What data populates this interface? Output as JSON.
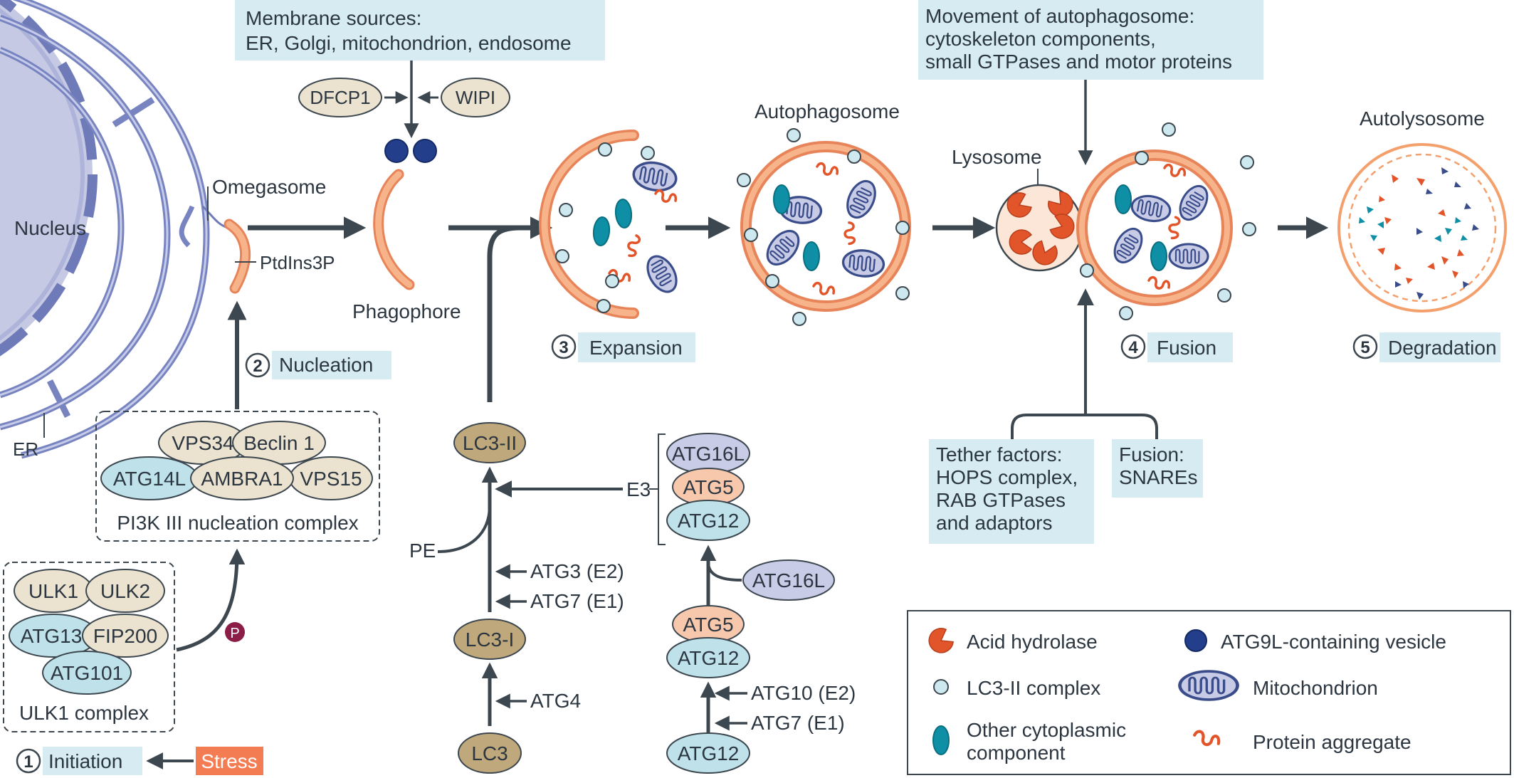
{
  "colors": {
    "arrow": "#3d474f",
    "membrane": "#f4a06d",
    "membrane_dark": "#e8845a",
    "lc3ii_dot": "#cde8ee",
    "mito_fill": "#c7cbe6",
    "mito_stroke": "#3a4d8a",
    "cyto": "#0e8fa5",
    "aggregate": "#e2552a",
    "hydrolase": "#e2552a",
    "vesicle": "#233e8a",
    "nucleus_fill": "#c6c9e4",
    "er_stroke": "#6e7bb8",
    "tan_protein": "#ebe3cf",
    "blue_protein": "#bfe2ea",
    "peach_protein": "#f8c8ad",
    "lilac_protein": "#c9cce7",
    "brown_protein": "#bfa97c",
    "label_box": "#d6ecf2",
    "stress_box": "#f47c52",
    "phospho": "#8c1d46"
  },
  "labels": {
    "nucleus": "Nucleus",
    "er": "ER",
    "omegasome": "Omegasome",
    "ptdins3p": "PtdIns3P",
    "phagophore": "Phagophore",
    "autophagosome": "Autophagosome",
    "lysosome": "Lysosome",
    "autolysosome": "Autolysosome",
    "pe": "PE",
    "e3": "E3",
    "phospho": "P"
  },
  "boxes": {
    "membrane_sources": [
      "Membrane sources:",
      "ER, Golgi, mitochondrion, endosome"
    ],
    "movement": [
      "Movement of autophagosome:",
      "cytoskeleton components,",
      "small GTPases and motor proteins"
    ],
    "tether": [
      "Tether factors:",
      "HOPS complex,",
      "RAB GTPases",
      "and adaptors"
    ],
    "fusion_box": [
      "Fusion:",
      "SNAREs"
    ],
    "stress": "Stress"
  },
  "steps": [
    {
      "num": "1",
      "label": "Initiation"
    },
    {
      "num": "2",
      "label": "Nucleation"
    },
    {
      "num": "3",
      "label": "Expansion"
    },
    {
      "num": "4",
      "label": "Fusion"
    },
    {
      "num": "5",
      "label": "Degradation"
    }
  ],
  "proteins": {
    "dfcp1": "DFCP1",
    "wipi": "WIPI",
    "vps34": "VPS34",
    "beclin1": "Beclin 1",
    "atg14l": "ATG14L",
    "ambra1": "AMBRA1",
    "vps15": "VPS15",
    "pi3k_complex": "PI3K III nucleation complex",
    "ulk1": "ULK1",
    "ulk2": "ULK2",
    "atg13": "ATG13",
    "fip200": "FIP200",
    "atg101": "ATG101",
    "ulk1_complex": "ULK1 complex",
    "lc3ii": "LC3-II",
    "lc3i": "LC3-I",
    "lc3": "LC3",
    "atg3": "ATG3 (E2)",
    "atg7_lc3": "ATG7 (E1)",
    "atg4": "ATG4",
    "atg16l_top": "ATG16L",
    "atg5_top": "ATG5",
    "atg12_top": "ATG12",
    "atg16l_side": "ATG16L",
    "atg5_mid": "ATG5",
    "atg12_mid": "ATG12",
    "atg12_bottom": "ATG12",
    "atg10": "ATG10 (E2)",
    "atg7_atg12": "ATG7 (E1)"
  },
  "legend": [
    {
      "icon": "acid-hydrolase",
      "label": "Acid hydrolase"
    },
    {
      "icon": "atg9l-vesicle",
      "label": "ATG9L-containing vesicle"
    },
    {
      "icon": "lc3ii-complex",
      "label": "LC3-II complex"
    },
    {
      "icon": "mitochondrion",
      "label": "Mitochondrion"
    },
    {
      "icon": "cytoplasmic-component",
      "label": "Other cytoplasmic",
      "label2": "component"
    },
    {
      "icon": "protein-aggregate",
      "label": "Protein aggregate"
    }
  ]
}
